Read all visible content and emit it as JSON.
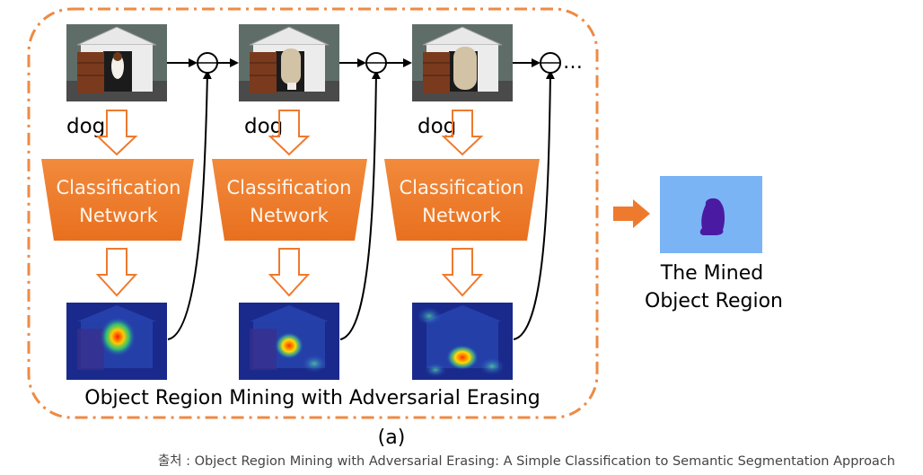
{
  "stages": [
    {
      "class_label": "dog",
      "network_line1": "Classification",
      "network_line2": "Network"
    },
    {
      "class_label": "dog",
      "network_line1": "Classification",
      "network_line2": "Network"
    },
    {
      "class_label": "dog",
      "network_line1": "Classification",
      "network_line2": "Network"
    }
  ],
  "continuation": "…",
  "framework_title": "Object Region Mining with Adversarial Erasing",
  "result_line1": "The Mined",
  "result_line2": "Object Region",
  "subfigure_label": "(a)",
  "source_caption": "출처 : Object Region Mining with Adversarial Erasing: A Simple Classification to Semantic Segmentation Approach",
  "colors": {
    "orange": "#ee7a2e",
    "network_fill": "#f07f2c",
    "frame": "#ee8a44",
    "mask_bg": "#7ab4f5",
    "mask_object": "#4b1aa3",
    "heatmap_bg": "#1a2a8c"
  }
}
